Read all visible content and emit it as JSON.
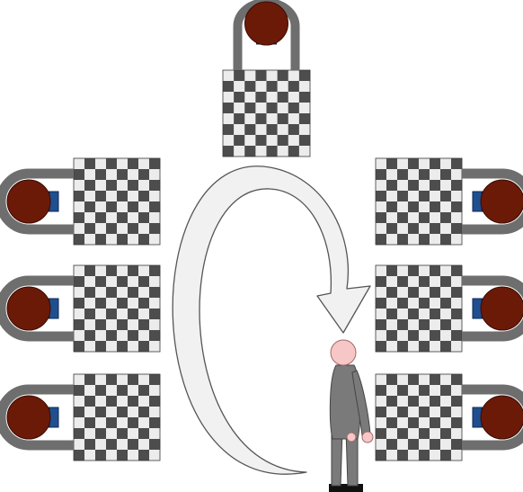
{
  "colors": {
    "board_dark": "#4d4d4d",
    "board_light": "#ececec",
    "board_border": "#3a3a3a",
    "head": "#6b1a08",
    "chair_frame": "#6e6e6e",
    "shirt": "#1f4f8f",
    "arrow_fill": "#f1f1f1",
    "arrow_stroke": "#555555",
    "walker_body": "#7a7a7a",
    "walker_skin": "#f7c6c6",
    "walker_shoes": "#111111"
  },
  "boards": [
    {
      "id": "top",
      "player_side": "top"
    },
    {
      "id": "left-1",
      "player_side": "left"
    },
    {
      "id": "left-2",
      "player_side": "left"
    },
    {
      "id": "left-3",
      "player_side": "left"
    },
    {
      "id": "right-1",
      "player_side": "right"
    },
    {
      "id": "right-2",
      "player_side": "right"
    },
    {
      "id": "right-3",
      "player_side": "right"
    }
  ],
  "arrow": {
    "direction": "clockwise"
  },
  "walker": {
    "role": "simultaneous-exhibition-player"
  }
}
